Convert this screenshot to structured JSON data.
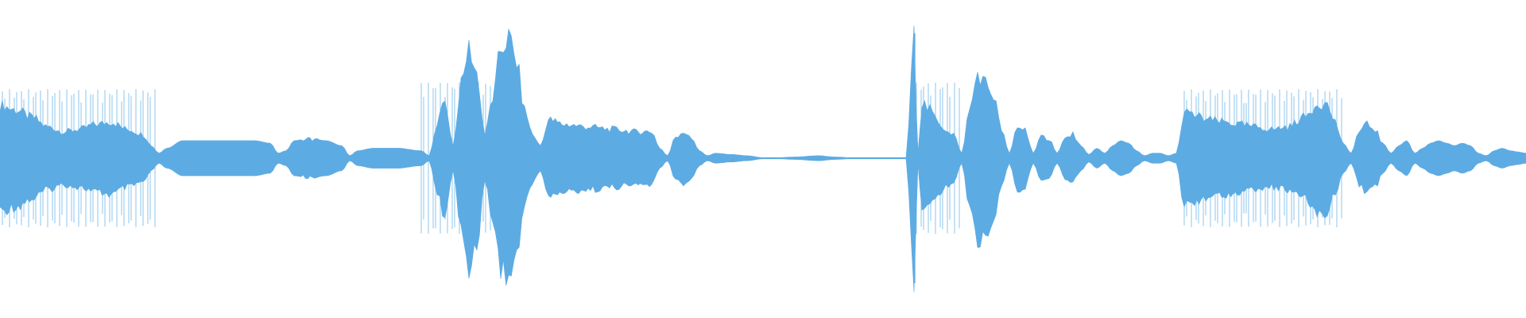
{
  "waveform": {
    "color": "#5dabe3",
    "background": "#ffffff",
    "samples": [
      [
        0.0,
        0.44
      ],
      [
        0.02,
        0.4
      ],
      [
        0.04,
        0.34
      ],
      [
        0.06,
        0.26
      ],
      [
        0.08,
        0.22
      ],
      [
        0.1,
        0.24
      ],
      [
        0.12,
        0.28
      ],
      [
        0.14,
        0.3
      ],
      [
        0.16,
        0.24
      ],
      [
        0.18,
        0.2
      ],
      [
        0.19,
        0.1
      ],
      [
        0.2,
        0.04
      ],
      [
        0.21,
        0.08
      ],
      [
        0.23,
        0.14
      ],
      [
        0.26,
        0.14
      ],
      [
        0.3,
        0.14
      ],
      [
        0.32,
        0.14
      ],
      [
        0.34,
        0.12
      ],
      [
        0.35,
        0.04
      ],
      [
        0.36,
        0.06
      ],
      [
        0.37,
        0.14
      ],
      [
        0.39,
        0.16
      ],
      [
        0.41,
        0.14
      ],
      [
        0.43,
        0.1
      ],
      [
        0.44,
        0.02
      ],
      [
        0.45,
        0.06
      ],
      [
        0.47,
        0.08
      ],
      [
        0.5,
        0.08
      ],
      [
        0.53,
        0.06
      ],
      [
        0.54,
        0.02
      ],
      [
        0.55,
        0.3
      ],
      [
        0.56,
        0.48
      ],
      [
        0.57,
        0.1
      ],
      [
        0.58,
        0.6
      ],
      [
        0.59,
        0.92
      ],
      [
        0.6,
        0.7
      ],
      [
        0.61,
        0.2
      ],
      [
        0.62,
        0.5
      ],
      [
        0.63,
        0.9
      ],
      [
        0.64,
        1.0
      ],
      [
        0.65,
        0.8
      ],
      [
        0.66,
        0.4
      ],
      [
        0.67,
        0.2
      ],
      [
        0.68,
        0.1
      ],
      [
        0.69,
        0.32
      ],
      [
        0.71,
        0.28
      ],
      [
        0.74,
        0.26
      ],
      [
        0.77,
        0.24
      ],
      [
        0.8,
        0.22
      ],
      [
        0.82,
        0.22
      ],
      [
        0.83,
        0.08
      ],
      [
        0.84,
        0.02
      ],
      [
        0.85,
        0.18
      ],
      [
        0.86,
        0.22
      ],
      [
        0.87,
        0.16
      ],
      [
        0.88,
        0.06
      ],
      [
        0.89,
        0.02
      ],
      [
        0.9,
        0.04
      ],
      [
        0.92,
        0.03
      ],
      [
        0.94,
        0.02
      ],
      [
        0.96,
        0.005
      ],
      [
        0.98,
        0.005
      ],
      [
        1.0,
        0.01
      ],
      [
        1.03,
        0.02
      ],
      [
        1.05,
        0.01
      ],
      [
        1.07,
        0.005
      ],
      [
        1.1,
        0.005
      ],
      [
        1.13,
        0.005
      ],
      [
        1.14,
        0.005
      ],
      [
        1.15,
        1.0
      ],
      [
        1.155,
        0.05
      ],
      [
        1.16,
        0.46
      ],
      [
        1.17,
        0.4
      ],
      [
        1.18,
        0.3
      ],
      [
        1.19,
        0.24
      ],
      [
        1.2,
        0.2
      ],
      [
        1.21,
        0.04
      ],
      [
        1.22,
        0.4
      ],
      [
        1.23,
        0.7
      ],
      [
        1.24,
        0.62
      ],
      [
        1.25,
        0.52
      ],
      [
        1.26,
        0.24
      ],
      [
        1.27,
        0.04
      ],
      [
        1.28,
        0.26
      ],
      [
        1.29,
        0.24
      ],
      [
        1.3,
        0.04
      ],
      [
        1.31,
        0.18
      ],
      [
        1.32,
        0.16
      ],
      [
        1.33,
        0.04
      ],
      [
        1.34,
        0.16
      ],
      [
        1.35,
        0.2
      ],
      [
        1.36,
        0.1
      ],
      [
        1.37,
        0.03
      ],
      [
        1.38,
        0.08
      ],
      [
        1.39,
        0.04
      ],
      [
        1.4,
        0.1
      ],
      [
        1.41,
        0.14
      ],
      [
        1.42,
        0.12
      ],
      [
        1.43,
        0.06
      ],
      [
        1.44,
        0.02
      ],
      [
        1.45,
        0.04
      ],
      [
        1.46,
        0.04
      ],
      [
        1.47,
        0.02
      ],
      [
        1.48,
        0.04
      ],
      [
        1.49,
        0.38
      ],
      [
        1.5,
        0.36
      ],
      [
        1.52,
        0.32
      ],
      [
        1.54,
        0.3
      ],
      [
        1.56,
        0.28
      ],
      [
        1.58,
        0.26
      ],
      [
        1.6,
        0.24
      ],
      [
        1.62,
        0.26
      ],
      [
        1.64,
        0.34
      ],
      [
        1.66,
        0.46
      ],
      [
        1.67,
        0.44
      ],
      [
        1.68,
        0.3
      ],
      [
        1.69,
        0.12
      ],
      [
        1.7,
        0.04
      ],
      [
        1.71,
        0.22
      ],
      [
        1.72,
        0.28
      ],
      [
        1.73,
        0.24
      ],
      [
        1.74,
        0.12
      ],
      [
        1.75,
        0.04
      ],
      [
        1.76,
        0.1
      ],
      [
        1.77,
        0.14
      ],
      [
        1.78,
        0.04
      ],
      [
        1.79,
        0.08
      ],
      [
        1.8,
        0.12
      ],
      [
        1.81,
        0.14
      ],
      [
        1.82,
        0.12
      ],
      [
        1.83,
        0.1
      ],
      [
        1.84,
        0.12
      ],
      [
        1.85,
        0.1
      ],
      [
        1.86,
        0.04
      ],
      [
        1.87,
        0.02
      ],
      [
        1.88,
        0.06
      ],
      [
        1.89,
        0.08
      ],
      [
        1.9,
        0.06
      ],
      [
        1.91,
        0.05
      ],
      [
        1.92,
        0.04
      ]
    ]
  }
}
